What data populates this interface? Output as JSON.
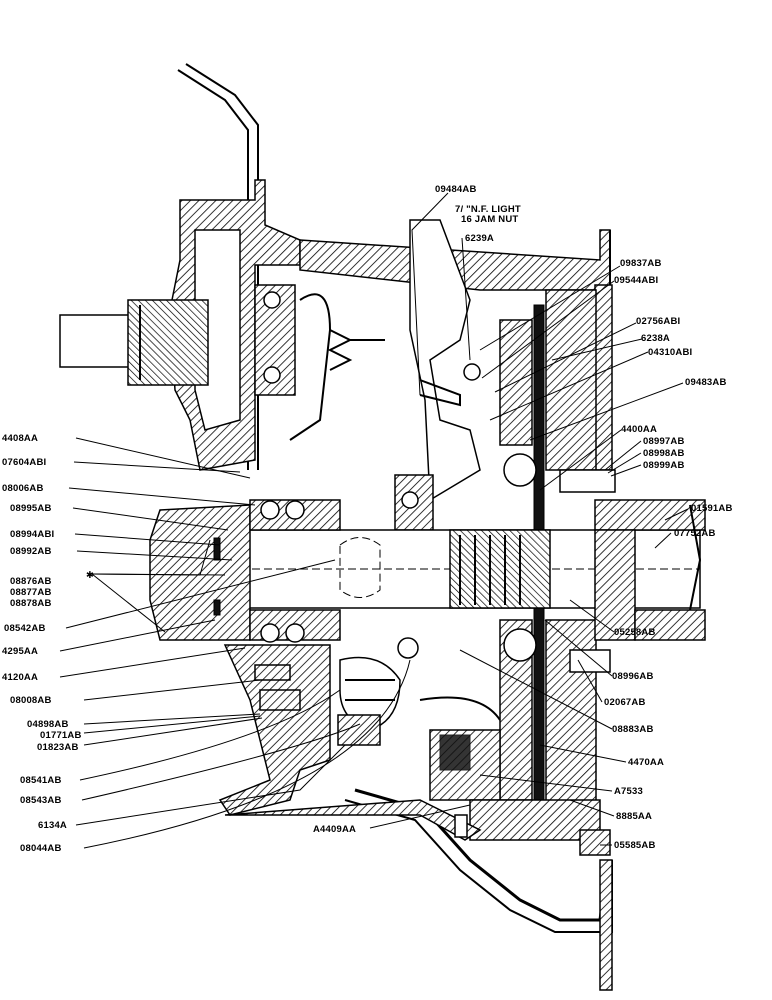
{
  "notes": {
    "jam_nut_line1": "7/ \"N.F. LIGHT",
    "jam_nut_line2": "16 JAM NUT"
  },
  "parts": [
    "09484AB",
    "6239A",
    "09837AB",
    "09544ABI",
    "02756ABI",
    "6238A",
    "04310ABI",
    "09483AB",
    "4400AA",
    "08997AB",
    "08998AB",
    "08999AB",
    "01591AB",
    "07752AB",
    "4408AA",
    "07604ABI",
    "08006AB",
    "08995AB",
    "08994ABI",
    "08992AB",
    "08876AB",
    "08877AB",
    "08878AB",
    "08542AB",
    "4295AA",
    "4120AA",
    "08008AB",
    "04898AB",
    "01771AB",
    "01823AB",
    "08541AB",
    "08543AB",
    "6134A",
    "08044AB",
    "05258AB",
    "08996AB",
    "02067AB",
    "08883AB",
    "4470AA",
    "A7533",
    "A4409AA",
    "8885AA",
    "05585AB"
  ]
}
